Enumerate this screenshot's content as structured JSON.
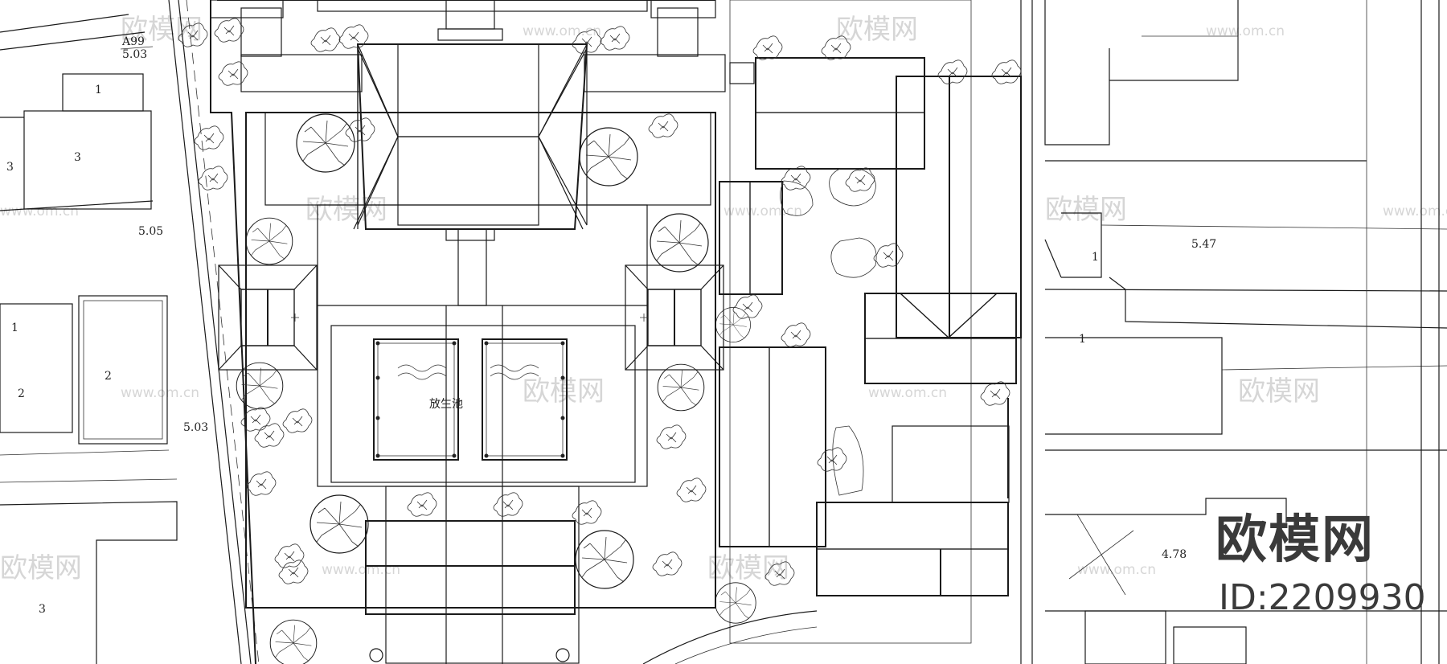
{
  "pond_label": "放生池",
  "lot_numbers": [
    "1",
    "3",
    "3",
    "1",
    "2",
    "2",
    "3",
    "1",
    "1"
  ],
  "elevations": [
    "A99",
    "5.03",
    "5.05",
    "5.03",
    "5.47",
    "4.78"
  ],
  "watermark_text": "欧模网",
  "watermark_url": "www.om.cn",
  "brand": {
    "name": "欧模网",
    "id": "ID:2209930"
  },
  "colors": {
    "line": "#1a1a1a",
    "watermark": "#d6d6d6",
    "brand": "#3a3a3a"
  }
}
